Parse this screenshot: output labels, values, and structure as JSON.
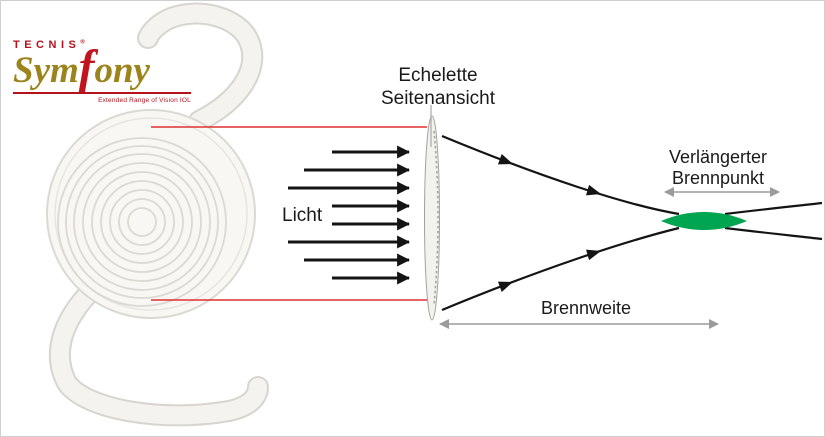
{
  "branding": {
    "brand": "TECNIS",
    "registered_mark": "®",
    "product_prefix": "Sym",
    "product_f": "f",
    "product_suffix": "ony",
    "tagline": "Extended Range of Vision IOL"
  },
  "labels": {
    "echelette_line1": "Echelette",
    "echelette_line2": "Seitenansicht",
    "light": "Licht",
    "extended_focus_line1": "Verlängerter",
    "extended_focus_line2": "Brennpunkt",
    "focal_length": "Brennweite"
  },
  "colors": {
    "brand_red": "#b5121b",
    "brand_gold": "#9c841c",
    "guide_red": "#e03131",
    "focus_green": "#00a551",
    "arrow_gray": "#9b9b9b",
    "ink_black": "#141414"
  }
}
